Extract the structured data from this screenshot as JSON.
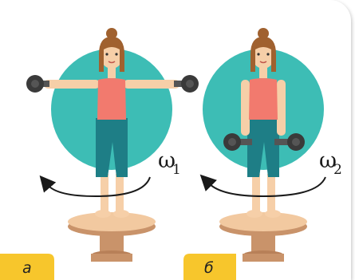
{
  "figures": [
    {
      "label": "а",
      "omega_symbol": "ω",
      "omega_subscript": "1",
      "pose": "arms-extended"
    },
    {
      "label": "б",
      "omega_symbol": "ω",
      "omega_subscript": "2",
      "pose": "arms-lowered"
    }
  ],
  "colors": {
    "circle": "#3dbdb5",
    "label_box": "#f7c62c",
    "stool_top": "#f2c9a0",
    "stool_base": "#c9936a",
    "shirt": "#f27a6e",
    "pants": "#1e7e86",
    "hair": "#a0612f",
    "skin": "#f6cfa8",
    "dumbbell": "#3a3a3a"
  }
}
